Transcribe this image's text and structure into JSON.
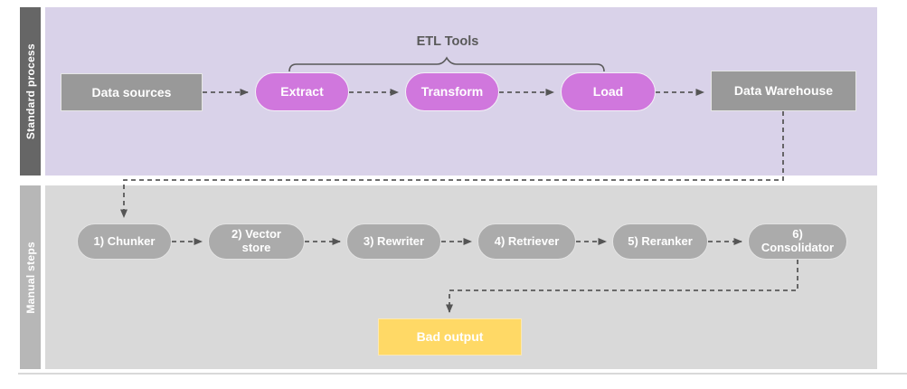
{
  "lanes": {
    "standard": {
      "label": "Standard process"
    },
    "manual": {
      "label": "Manual steps"
    }
  },
  "annotation": {
    "etl_tools_label": "ETL Tools"
  },
  "nodes": {
    "data_sources": {
      "label": "Data sources"
    },
    "extract": {
      "label": "Extract"
    },
    "transform": {
      "label": "Transform"
    },
    "load": {
      "label": "Load"
    },
    "data_warehouse": {
      "label": "Data Warehouse"
    },
    "chunker": {
      "label": "1) Chunker"
    },
    "vector_store": {
      "label": "2) Vector store"
    },
    "rewriter": {
      "label": "3) Rewriter"
    },
    "retriever": {
      "label": "4) Retriever"
    },
    "reranker": {
      "label": "5) Reranker"
    },
    "consolidator": {
      "label": "6) Consolidator"
    },
    "bad_output": {
      "label": "Bad output"
    }
  },
  "colors": {
    "standard_lane_bg": "#d9d2e9",
    "standard_lane_bar": "#666666",
    "manual_lane_bg": "#d9d9d9",
    "manual_lane_bar": "#b7b7b7",
    "etl_pill": "#d077dd",
    "gray_box": "#999999",
    "gray_pill": "#ababab",
    "bad_output_box": "#ffd966",
    "connector": "#595959"
  },
  "flow": {
    "standard_sequence": [
      "Data sources",
      "Extract",
      "Transform",
      "Load",
      "Data Warehouse"
    ],
    "manual_sequence": [
      "1) Chunker",
      "2) Vector store",
      "3) Rewriter",
      "4) Retriever",
      "5) Reranker",
      "6) Consolidator"
    ],
    "feedback_edges": [
      "Data Warehouse -> 1) Chunker",
      "6) Consolidator -> Bad output"
    ]
  }
}
